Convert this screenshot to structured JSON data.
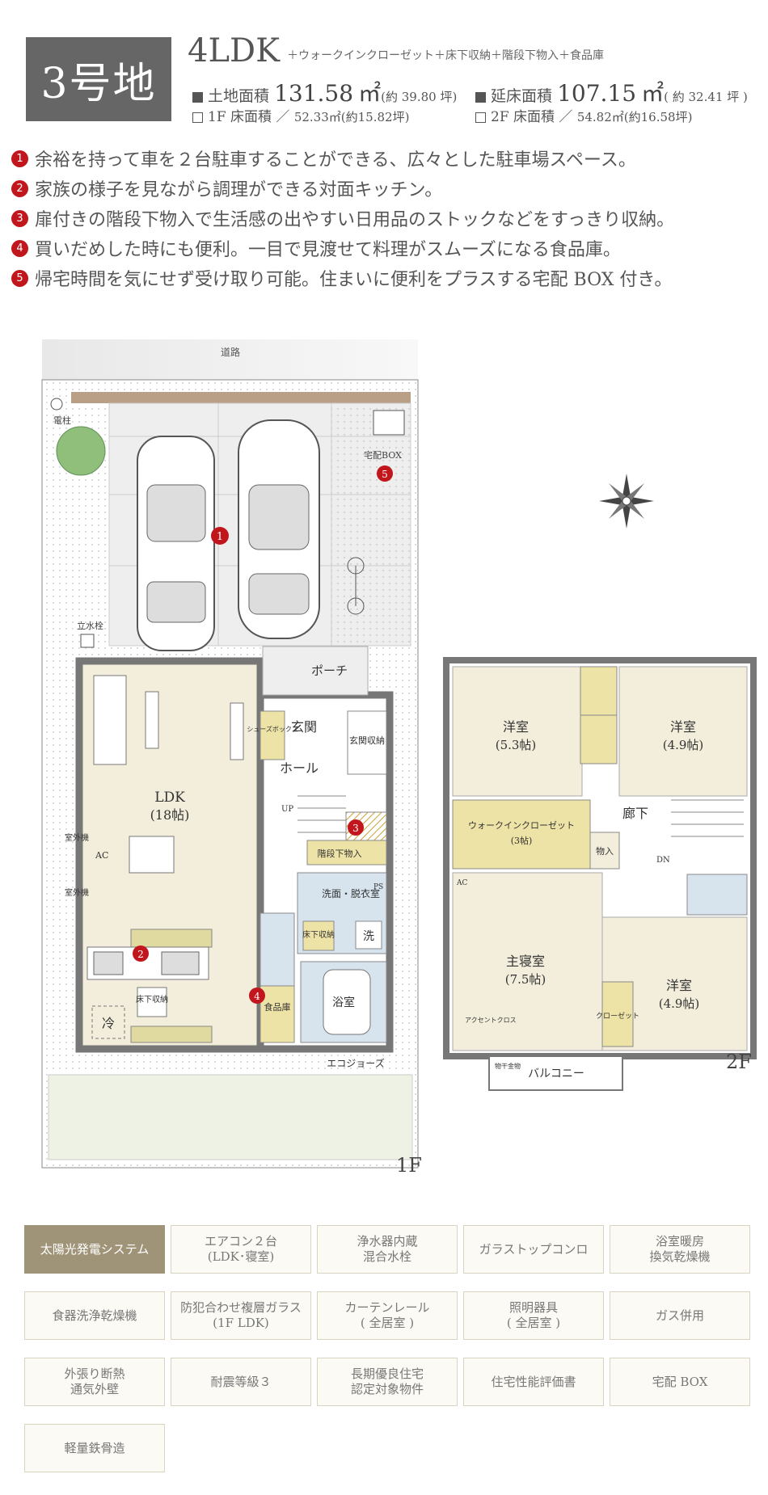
{
  "header": {
    "lot": "3号地",
    "type": "4LDK",
    "type_extras": "＋ウォークインクローゼット＋床下収納＋階段下物入＋食品庫",
    "land_area": {
      "label": "土地面積",
      "value": "131.58",
      "unit": "㎡",
      "tsubo": "(約 39.80 坪)"
    },
    "floor_area": {
      "label": "延床面積",
      "value": "107.15",
      "unit": "㎡",
      "tsubo": "( 約 32.41 坪 )"
    },
    "f1_area": {
      "label": "1F 床面積",
      "sep": "／",
      "value": "52.33㎡(約15.82坪)"
    },
    "f2_area": {
      "label": "2F 床面積",
      "sep": "／",
      "value": "54.82㎡(約16.58坪)"
    }
  },
  "features": [
    {
      "num": "1",
      "text": "余裕を持って車を２台駐車することができる、広々とした駐車場スペース。"
    },
    {
      "num": "2",
      "text": "家族の様子を見ながら調理ができる対面キッチン。"
    },
    {
      "num": "3",
      "text": "扉付きの階段下物入で生活感の出やすい日用品のストックなどをすっきり収納。"
    },
    {
      "num": "4",
      "text": "買いだめした時にも便利。一目で見渡せて料理がスムーズになる食品庫。"
    },
    {
      "num": "5",
      "text": "帰宅時間を気にせず受け取り可能。住まいに便利をプラスする宅配 BOX 付き。"
    }
  ],
  "plan1f": {
    "road": "道路",
    "pole": "電柱",
    "faucet": "立水栓",
    "delivery_box": "宅配BOX",
    "porch": "ポーチ",
    "ldk": "LDK",
    "ldk_size": "(18帖)",
    "shoe_box": "シューズボックス",
    "entrance": "玄関",
    "entrance_storage": "玄関収納",
    "hall": "ホール",
    "up": "UP",
    "under_stairs": "階段下物入",
    "washroom": "洗面・脱衣室",
    "wash": "洗",
    "ps": "PS",
    "underfloor1": "床下収納",
    "underfloor2": "床下収納",
    "pantry": "食品庫",
    "bath": "浴室",
    "fridge": "冷",
    "ac": "AC",
    "outdoor1": "室外機",
    "outdoor2": "室外機",
    "ecojoes": "エコジョーズ",
    "floor_label": "1F"
  },
  "plan2f": {
    "room1": "洋室",
    "room1_size": "(5.3帖)",
    "room2": "洋室",
    "room2_size": "(4.9帖)",
    "room3": "洋室",
    "room3_size": "(4.9帖)",
    "master": "主寝室",
    "master_size": "(7.5帖)",
    "wic": "ウォークインクローゼット",
    "wic_size": "(3帖)",
    "hallway": "廊下",
    "storage": "物入",
    "closet": "クローゼット",
    "accent": "アクセントクロス",
    "dn": "DN",
    "ac": "AC",
    "balcony": "バルコニー",
    "drying": "物干金物",
    "floor_label": "2F"
  },
  "equipment": [
    {
      "label": "太陽光発電システム",
      "active": true
    },
    {
      "label": "エアコン２台\n(LDK･寝室)",
      "active": false
    },
    {
      "label": "浄水器内蔵\n混合水栓",
      "active": false
    },
    {
      "label": "ガラストップコンロ",
      "active": false
    },
    {
      "label": "浴室暖房\n換気乾燥機",
      "active": false
    },
    {
      "label": "食器洗浄乾燥機",
      "active": false
    },
    {
      "label": "防犯合わせ複層ガラス\n(1F LDK)",
      "active": false
    },
    {
      "label": "カーテンレール\n( 全居室 )",
      "active": false
    },
    {
      "label": "照明器具\n( 全居室 )",
      "active": false
    },
    {
      "label": "ガス併用",
      "active": false
    },
    {
      "label": "外張り断熱\n通気外壁",
      "active": false
    },
    {
      "label": "耐震等級３",
      "active": false
    },
    {
      "label": "長期優良住宅\n認定対象物件",
      "active": false
    },
    {
      "label": "住宅性能評価書",
      "active": false
    },
    {
      "label": "宅配 BOX",
      "active": false
    },
    {
      "label": "軽量鉄骨造",
      "active": false
    }
  ],
  "colors": {
    "badge": "#666666",
    "marker": "#c0161c",
    "room": "#f2eedb",
    "wet": "#d7e4ee",
    "storage": "#ede3a6",
    "tile_active": "#a09478"
  }
}
